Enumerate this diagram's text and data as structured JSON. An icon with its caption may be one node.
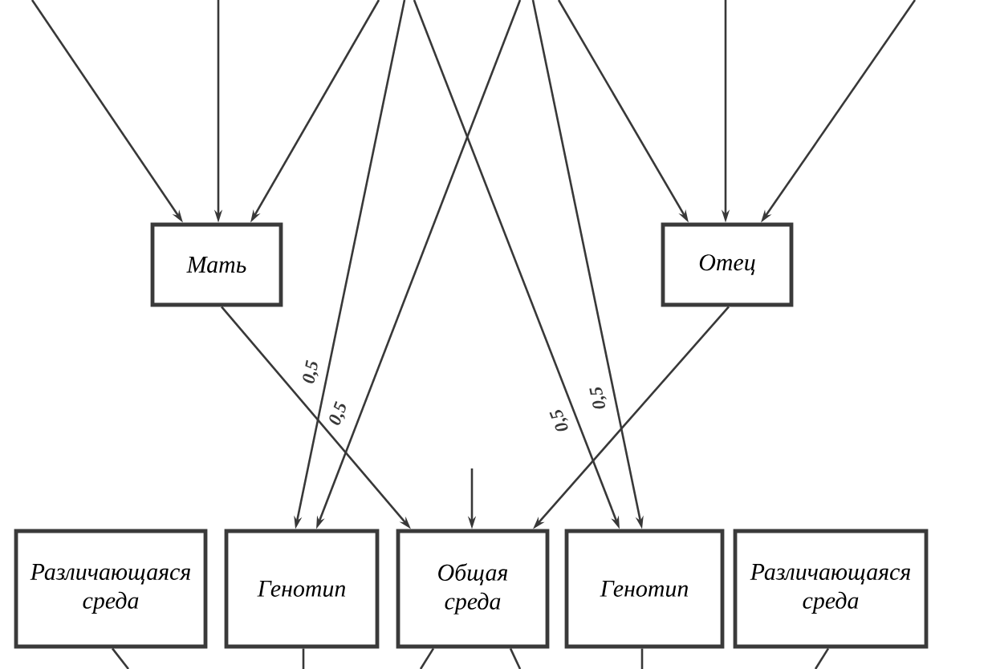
{
  "diagram": {
    "nodes": [
      {
        "text": [
          "Мать"
        ]
      },
      {
        "text": [
          "Отец"
        ]
      },
      {
        "text": [
          "Различающаяся среда"
        ]
      },
      {
        "text": [
          "Генотип"
        ]
      },
      {
        "text": [
          "Общая среда"
        ]
      },
      {
        "text": [
          "Генотип"
        ]
      },
      {
        "text": [
          "Различающаяся среда"
        ]
      }
    ],
    "edges": [
      {
        "from": null,
        "to": 0,
        "arrow": "to"
      },
      {
        "from": null,
        "to": 0,
        "arrow": "to"
      },
      {
        "from": null,
        "to": 0,
        "arrow": "to"
      },
      {
        "from": null,
        "to": 1,
        "arrow": "to"
      },
      {
        "from": null,
        "to": 1,
        "arrow": "to"
      },
      {
        "from": null,
        "to": 1,
        "arrow": "to"
      },
      {
        "from": null,
        "to": 3,
        "arrow": "to",
        "label": "0,5"
      },
      {
        "from": null,
        "to": 3,
        "arrow": "to",
        "label": "0,5"
      },
      {
        "from": null,
        "to": 5,
        "arrow": "to",
        "label": "0,5"
      },
      {
        "from": null,
        "to": 5,
        "arrow": "to",
        "label": "0,5"
      },
      {
        "from": 0,
        "to": 4,
        "arrow": "to"
      },
      {
        "from": 1,
        "to": 4,
        "arrow": "to"
      },
      {
        "from": null,
        "to": 4,
        "arrow": "to"
      },
      {
        "from": 2,
        "to": null,
        "arrow": "none"
      },
      {
        "from": 3,
        "to": null,
        "arrow": "none"
      },
      {
        "from": 4,
        "to": null,
        "arrow": "none"
      },
      {
        "from": 4,
        "to": null,
        "arrow": "none"
      },
      {
        "from": 5,
        "to": null,
        "arrow": "none"
      },
      {
        "from": 6,
        "to": null,
        "arrow": "none"
      }
    ]
  }
}
